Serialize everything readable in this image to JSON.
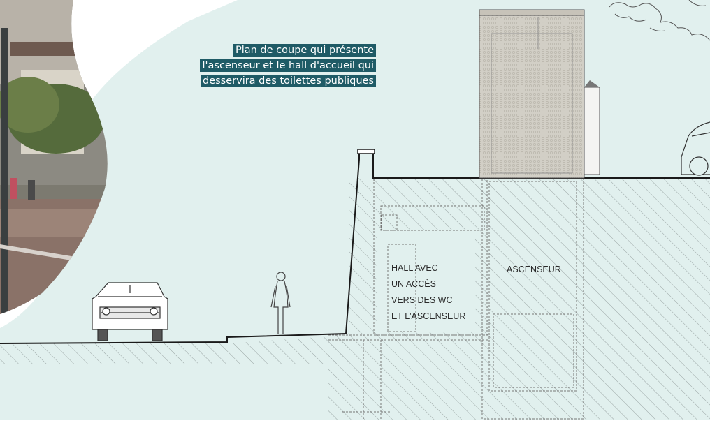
{
  "caption": {
    "line1": "Plan de coupe qui présente",
    "line2": "l'ascenseur et le hall d'accueil qui",
    "line3": "desservira des toilettes publiques"
  },
  "labels": {
    "hall": [
      "HALL AVEC",
      "UN ACCÈS",
      "VERS DES WC",
      "ET L'ASCENSEUR"
    ],
    "elevator": "ASCENSEUR"
  },
  "colors": {
    "background": "#e1f0ee",
    "caption_bg": "#1f5b66",
    "ink": "#555555",
    "hatch": "#9aa5a4",
    "cabin": "#d2cfc6"
  }
}
